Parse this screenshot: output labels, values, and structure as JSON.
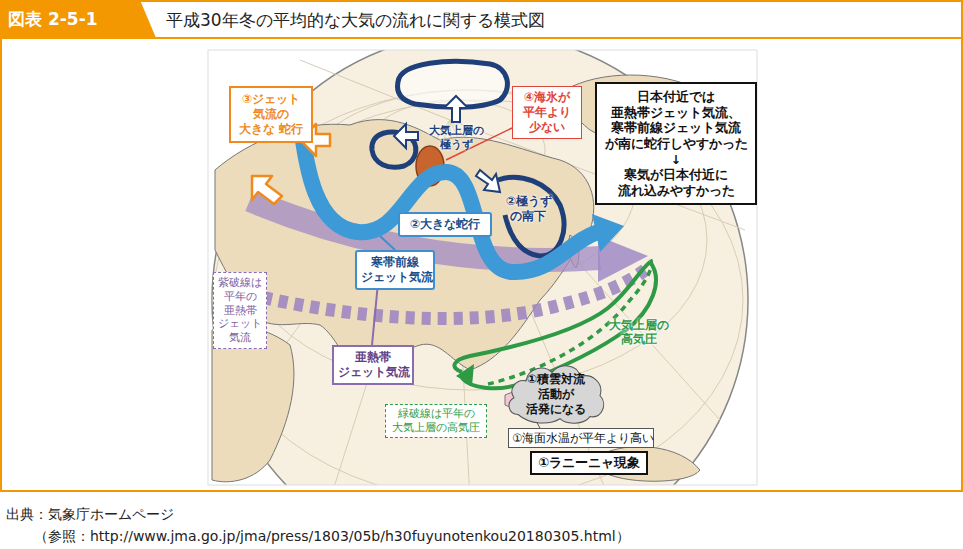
{
  "diagram": {
    "title": "平成30年冬の平均的な大気の流れに関する模式図",
    "nodes": [
      {
        "text": [
          "③ジェット 気流の 大きな 蛇行"
        ]
      },
      {
        "text": [
          "④海氷が 平年より 少ない"
        ]
      },
      {
        "text": [
          "日本付近では 亜熱帯ジェット気流、 寒帯前線ジェット気流 が南に蛇行しやすかった",
          "↓",
          "寒気が日本付近に 流れ込みやすかった"
        ]
      },
      {
        "text": [
          "②大きな蛇行"
        ]
      },
      {
        "text": [
          "寒帯前線 ジェット気流"
        ]
      },
      {
        "text": [
          "紫破線は 平年の 亜熱帯 ジェット 気流"
        ]
      },
      {
        "text": [
          "亜熱帯 ジェット気流"
        ]
      },
      {
        "text": [
          "①積雲対流 活動が 活発になる"
        ]
      },
      {
        "text": [
          "緑破線は平年の 大気上層の高気圧"
        ]
      },
      {
        "text": [
          "①海面水温が平年より高い"
        ]
      },
      {
        "text": [
          "①ラニーニャ現象"
        ]
      }
    ],
    "labels": [
      "図表 2-5-1",
      "大気上層の 極うず",
      "②極うず の南下",
      "大気上層の 高気圧",
      "出典：気象庁ホームページ",
      "（参照：http://www.jma.go.jp/jma/press/1803/05b/h30fuyunotenkou20180305.html）"
    ]
  }
}
